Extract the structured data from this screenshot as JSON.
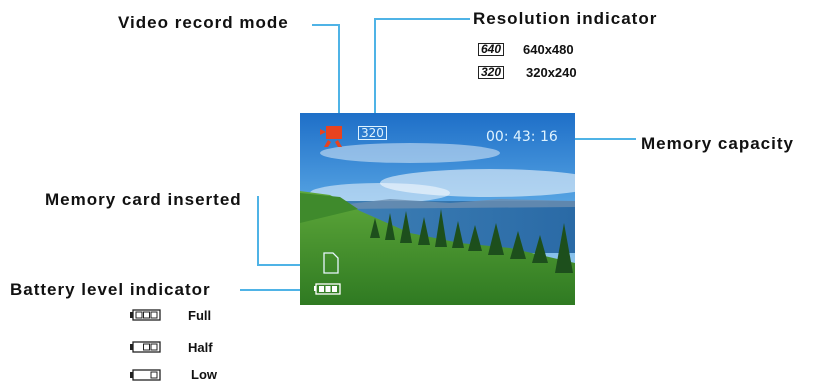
{
  "labels": {
    "video_record_mode": "Video record mode",
    "resolution_indicator": "Resolution indicator",
    "memory_capacity": "Memory capacity",
    "memory_card_inserted": "Memory card inserted",
    "battery_level_indicator": "Battery level indicator"
  },
  "resolutions": [
    {
      "icon": "640",
      "value": "640x480"
    },
    {
      "icon": "320",
      "value": "320x240"
    }
  ],
  "screen": {
    "resolution_icon": "320",
    "timer": "00: 43: 16"
  },
  "battery_levels": [
    {
      "label": "Full",
      "bars": 3
    },
    {
      "label": "Half",
      "bars": 2
    },
    {
      "label": "Low",
      "bars": 1
    }
  ],
  "colors": {
    "leader_line": "#4fb3e6",
    "record_icon": "#e8431f"
  }
}
